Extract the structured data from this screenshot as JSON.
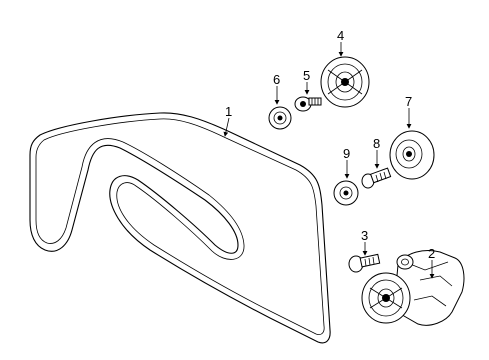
{
  "callouts": [
    {
      "id": "belt",
      "label": "1"
    },
    {
      "id": "tensioner",
      "label": "2"
    },
    {
      "id": "tensioner-bolt",
      "label": "3"
    },
    {
      "id": "idler-pulley-upper",
      "label": "4"
    },
    {
      "id": "idler-bolt-upper",
      "label": "5"
    },
    {
      "id": "idler-cap-upper",
      "label": "6"
    },
    {
      "id": "idler-pulley-middle",
      "label": "7"
    },
    {
      "id": "idler-bolt-middle",
      "label": "8"
    },
    {
      "id": "idler-cap-middle",
      "label": "9"
    }
  ]
}
